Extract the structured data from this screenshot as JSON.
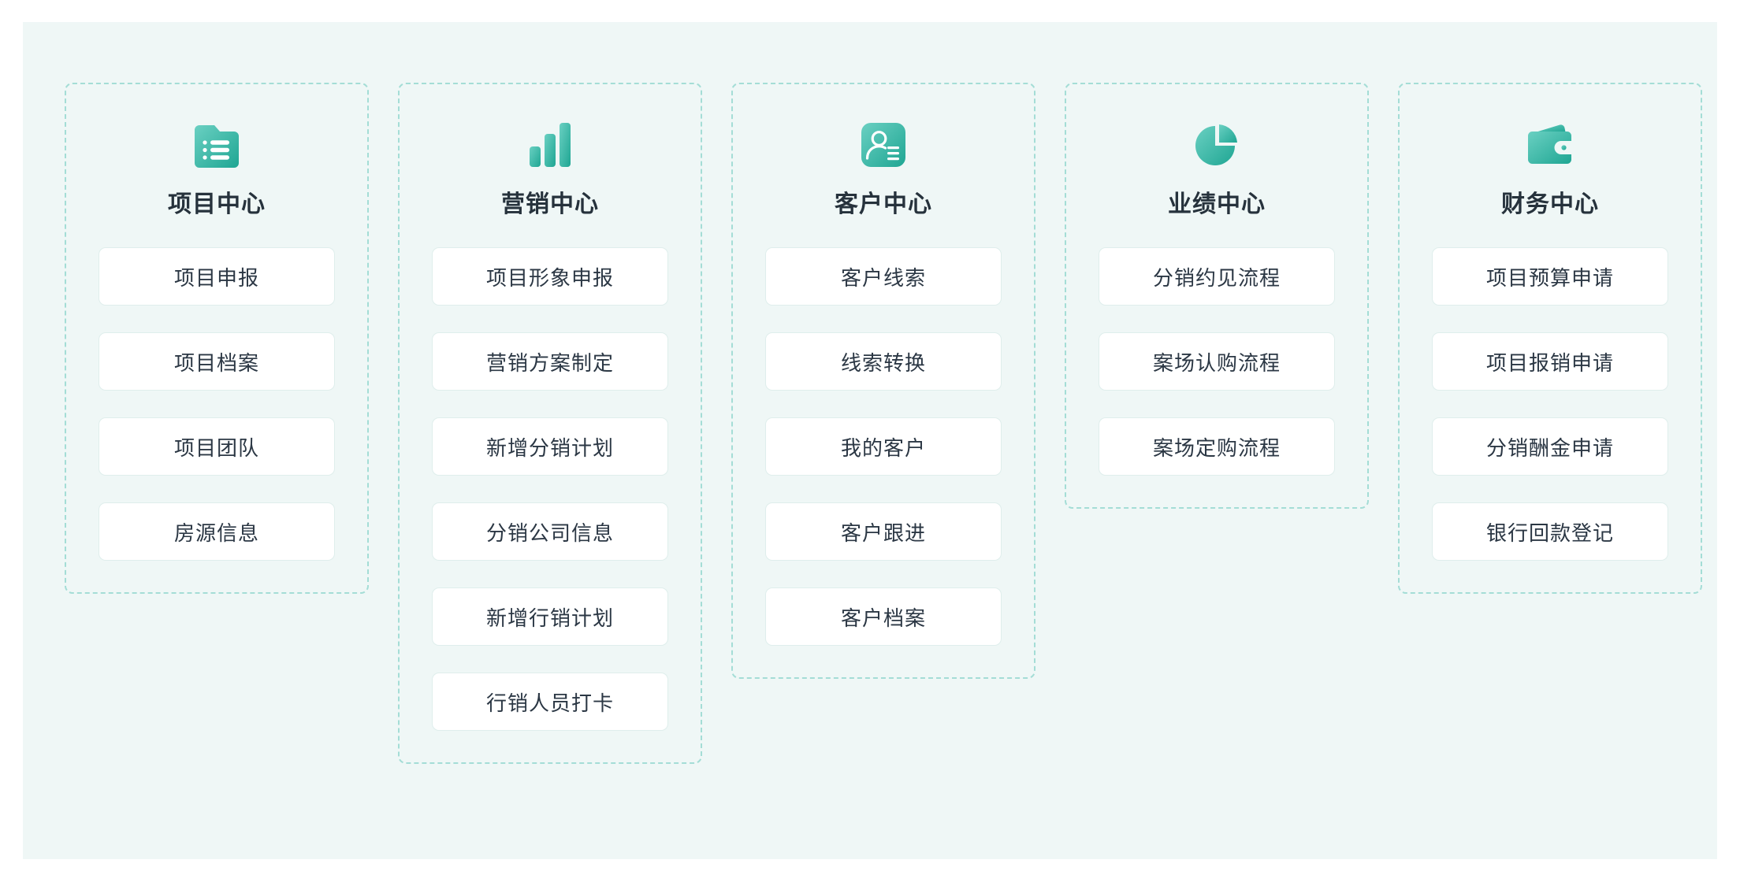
{
  "theme": {
    "page_background": "#eff7f6",
    "outer_background": "#ffffff",
    "dashed_border": "#a4ddd6",
    "card_background": "#ffffff",
    "card_border": "#dfeeec",
    "title_color": "#26323c",
    "item_text_color": "#2b3744",
    "icon_gradient_start": "#6ad0c2",
    "icon_gradient_end": "#1fa693"
  },
  "columns": [
    {
      "id": "project-center",
      "icon": "folder-list-icon",
      "title": "项目中心",
      "items": [
        {
          "label": "项目申报"
        },
        {
          "label": "项目档案"
        },
        {
          "label": "项目团队"
        },
        {
          "label": "房源信息"
        }
      ]
    },
    {
      "id": "marketing-center",
      "icon": "bar-chart-icon",
      "title": "营销中心",
      "items": [
        {
          "label": "项目形象申报"
        },
        {
          "label": "营销方案制定"
        },
        {
          "label": "新增分销计划"
        },
        {
          "label": "分销公司信息"
        },
        {
          "label": "新增行销计划"
        },
        {
          "label": "行销人员打卡"
        }
      ]
    },
    {
      "id": "customer-center",
      "icon": "contact-card-icon",
      "title": "客户中心",
      "items": [
        {
          "label": "客户线索"
        },
        {
          "label": "线索转换"
        },
        {
          "label": "我的客户"
        },
        {
          "label": "客户跟进"
        },
        {
          "label": "客户档案"
        }
      ]
    },
    {
      "id": "performance-center",
      "icon": "pie-chart-icon",
      "title": "业绩中心",
      "items": [
        {
          "label": "分销约见流程"
        },
        {
          "label": "案场认购流程"
        },
        {
          "label": "案场定购流程"
        }
      ]
    },
    {
      "id": "finance-center",
      "icon": "wallet-icon",
      "title": "财务中心",
      "items": [
        {
          "label": "项目预算申请"
        },
        {
          "label": "项目报销申请"
        },
        {
          "label": "分销酬金申请"
        },
        {
          "label": "银行回款登记"
        }
      ]
    }
  ]
}
